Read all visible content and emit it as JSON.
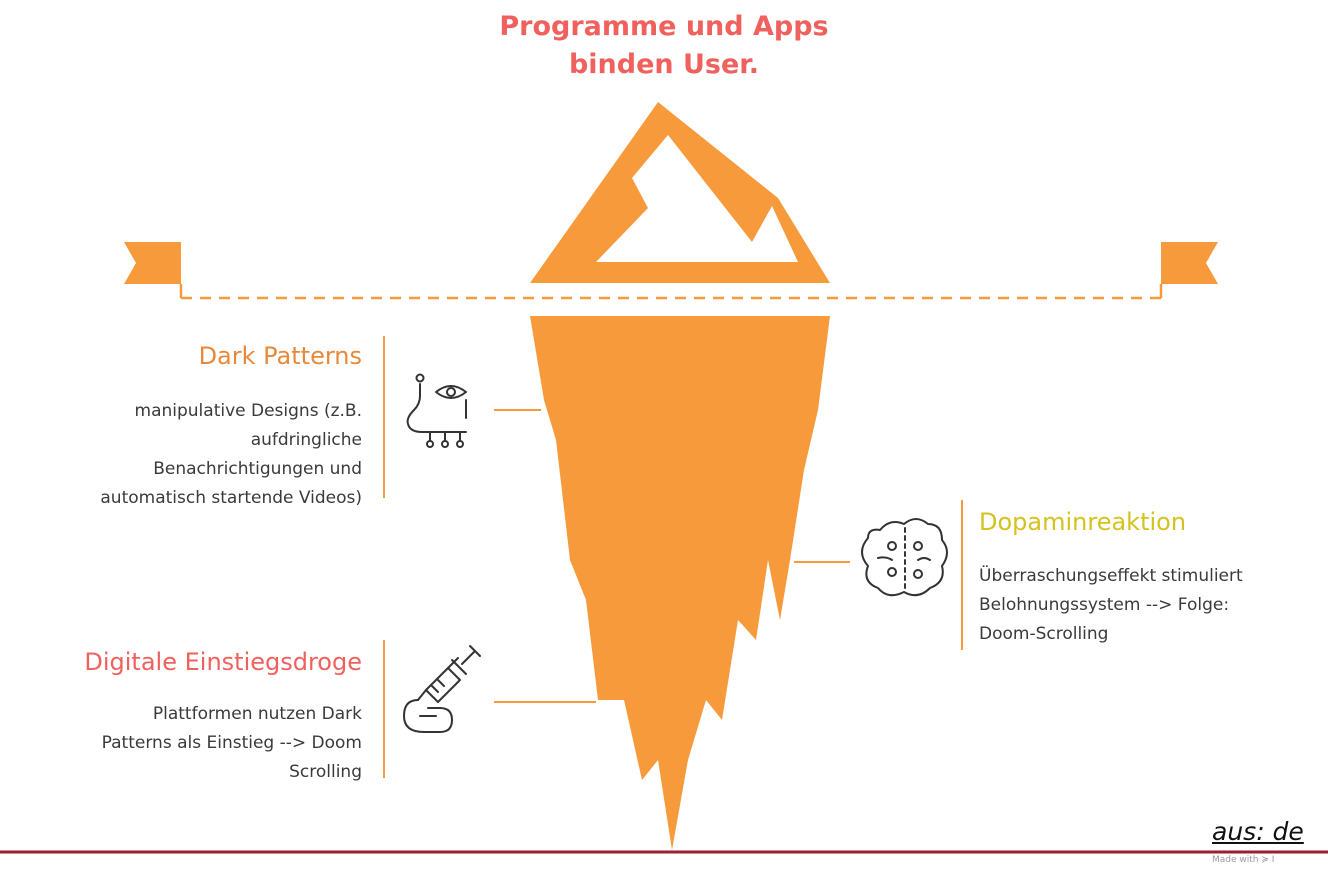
{
  "title": {
    "line1": "Programme und Apps",
    "line2": "binden User."
  },
  "items": {
    "dark_patterns": {
      "heading": "Dark Patterns",
      "lines": [
        "manipulative Designs (z.B.",
        "aufdringliche",
        "Benachrichtigungen und",
        "automatisch startende Videos)"
      ],
      "color": "#E8893A",
      "icon": "manipulation-eye-icon"
    },
    "dopamin": {
      "heading": "Dopaminreaktion",
      "lines": [
        "Überraschungseffekt stimuliert",
        "Belohnungssystem --> Folge:",
        "Doom-Scrolling"
      ],
      "color": "#D4C21E",
      "icon": "brain-icon"
    },
    "einstieg": {
      "heading": "Digitale Einstiegsdroge",
      "lines": [
        "Plattformen nutzen Dark",
        "Patterns als Einstieg --> Doom",
        "Scrolling"
      ],
      "color": "#F0615E",
      "icon": "syringe-icon"
    }
  },
  "colors": {
    "iceberg": "#F79A3C",
    "footer_line": "#9E1B32"
  },
  "footer": {
    "source": "aus: de",
    "made_with": "Made with ≽ I"
  }
}
